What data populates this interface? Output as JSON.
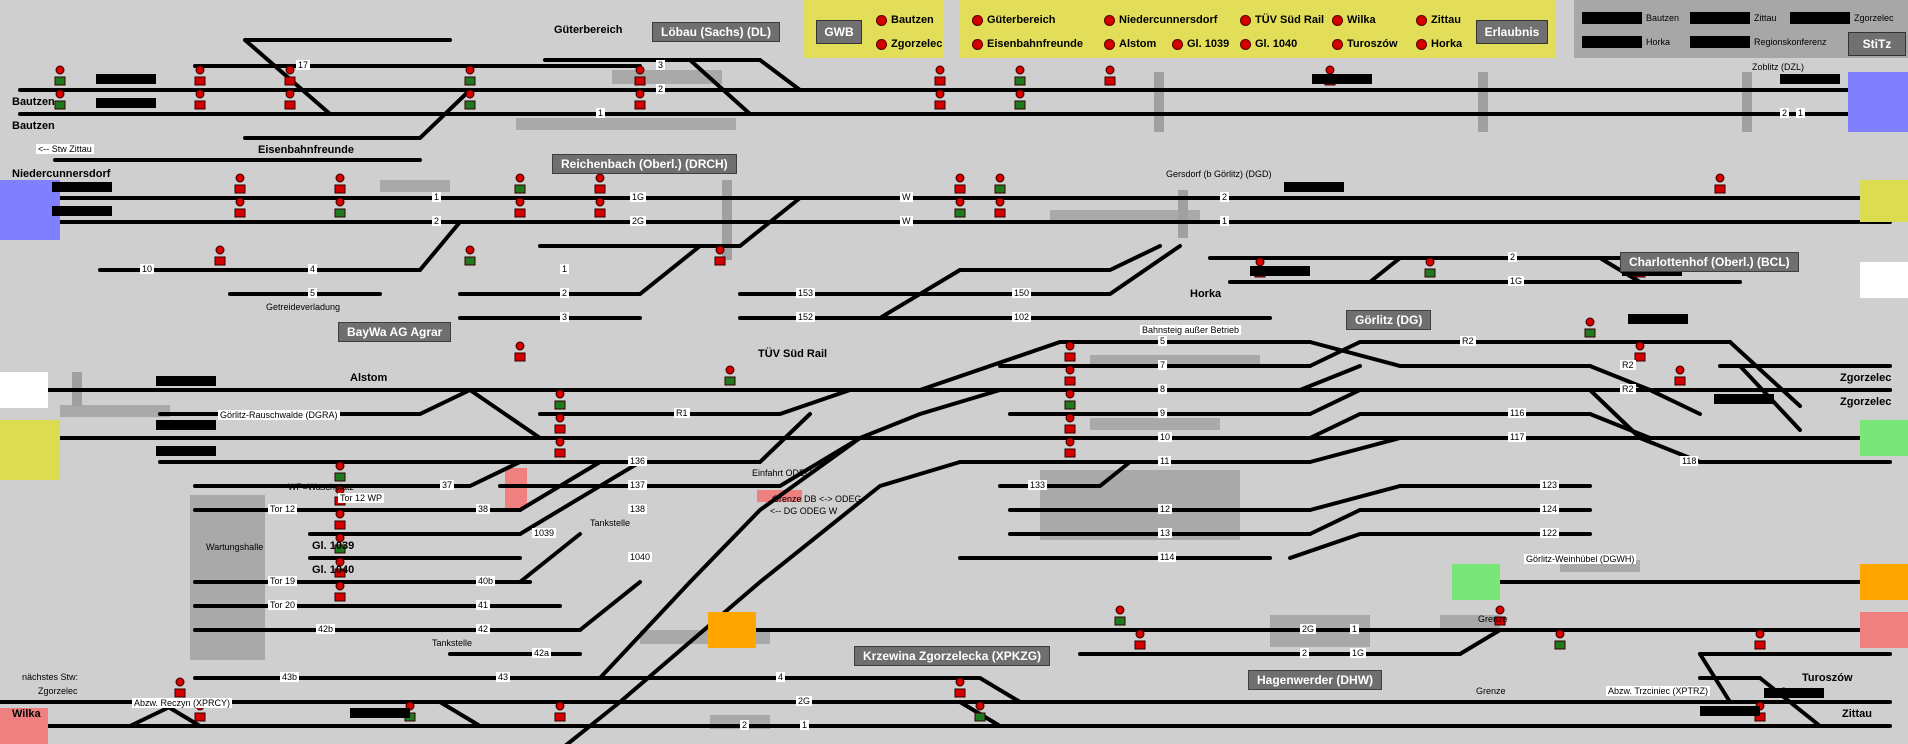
{
  "legend": {
    "gwb_button": "GWB",
    "erlaubnis_button": "Erlaubnis",
    "stitz_button": "StiTz",
    "gwb_items": [
      "Bautzen",
      "Zgorzelec"
    ],
    "routes_row1": [
      "Güterbereich",
      "Niedercunnersdorf",
      "TÜV Süd Rail",
      "Wilka",
      "Zittau"
    ],
    "routes_row2": [
      "Eisenbahnfreunde",
      "Alstom",
      "Gl. 1039",
      "Gl. 1040",
      "Turoszów",
      "Horka"
    ],
    "panel_row1": [
      "Bautzen",
      "Zittau",
      "Zgorzelec"
    ],
    "panel_row2": [
      "Horka",
      "Regionskonferenz"
    ]
  },
  "stations": [
    "Löbau (Sachs) (DL)",
    "Reichenbach (Oberl.) (DRCH)",
    "BayWa AG Agrar",
    "Görlitz (DG)",
    "Charlottenhof (Oberl.) (BCL)",
    "Krzewina Zgorzelecka (XPKZG)",
    "Hagenwerder (DHW)"
  ],
  "places": {
    "bautzen_1": "Bautzen",
    "bautzen_2": "Bautzen",
    "niedercunnersdorf": "Niedercunnersdorf",
    "gueterbereich": "Güterbereich",
    "eisenbahnfreunde": "Eisenbahnfreunde",
    "alstom": "Alstom",
    "tuev": "TÜV Süd Rail",
    "horka": "Horka",
    "gl1039": "Gl. 1039",
    "gl1040": "Gl. 1040",
    "wilka": "Wilka",
    "zgorzelec_1": "Zgorzelec",
    "zgorzelec_2": "Zgorzelec",
    "turoszow": "Turoszów",
    "zittau": "Zittau"
  },
  "notes": {
    "stw_zittau": "<-- Stw Zittau",
    "gersdorf": "Gersdorf (b Görlitz) (DGD)",
    "zoblitz": "Zoblitz (DZL)",
    "getreide": "Getreideverladung",
    "rauschwalde": "Görlitz-Rauschwalde (DGRA)",
    "bahnsteig": "Bahnsteig außer Betrieb",
    "waschplatz": "WP=Waschplatz",
    "wartungshalle": "Wartungshalle",
    "tankstelle_1": "Tankstelle",
    "tankstelle_2": "Tankstelle",
    "weinhuebel": "Görlitz-Weinhübel (DGWH)",
    "naechstes": "nächstes Stw:",
    "naechstes_zg": "Zgorzelec",
    "reczyn": "Abzw. Reczyn (XPRCY)",
    "trzciniec": "Abzw. Trzciniec (XPTRZ)",
    "grenze_1": "Grenze",
    "grenze_2": "Grenze",
    "grenze_3": "Grenze",
    "einfahrt": "Einfahrt ODEG",
    "grenze_db": "Grenze DB <-> ODEG",
    "dg_odeg": "<-- DG ODEG W"
  },
  "track_labels": {
    "l1": "17",
    "l2": "3",
    "l3": "2",
    "l4": "1",
    "l5": "1G",
    "l6": "2G",
    "l7": "W",
    "l8": "W",
    "l9": "10",
    "l10": "4",
    "l11": "5",
    "l12": "1",
    "l13": "2",
    "l14": "3",
    "l15": "153",
    "l16": "152",
    "l17": "150",
    "l18": "102",
    "l19": "R1",
    "l20": "136",
    "l21": "137",
    "l22": "138",
    "l23": "1039",
    "l24": "1040",
    "l25": "37",
    "l26": "38",
    "l27": "40b",
    "l28": "41",
    "l29": "42",
    "l30": "42a",
    "l31": "43",
    "l32": "43b",
    "l33": "42b",
    "l34": "Tor 12",
    "l35": "Tor 19",
    "l36": "Tor 20",
    "l37": "Tor 12 WP",
    "l38": "5",
    "l39": "7",
    "l40": "8",
    "l41": "9",
    "l42": "10",
    "l43": "11",
    "l44": "133",
    "l45": "12",
    "l46": "13",
    "l47": "114",
    "l48": "R2",
    "l49": "R2",
    "l50": "R2",
    "l51": "116",
    "l52": "117",
    "l53": "118",
    "l54": "123",
    "l55": "124",
    "l56": "122",
    "l57": "1",
    "l58": "2",
    "l59": "1",
    "l60": "2",
    "l61": "1G",
    "l62": "2G",
    "l63": "1",
    "l64": "2",
    "l65": "1G",
    "l66": "2G",
    "l67": "4",
    "l68": "2",
    "l69": "1",
    "l70": "2",
    "l71": "1",
    "l72": "2"
  },
  "colors": {
    "background": "#cfcfcf",
    "track": "#000000",
    "signal_red": "#d40000",
    "signal_green": "#1f7a1f",
    "legend_yellow": "#e2de5a",
    "edge_blue": "#8080ff",
    "edge_yellow": "#dcdc50",
    "edge_green": "#78e678",
    "edge_orange": "#ffa500",
    "edge_pink": "#f08080",
    "station_box": "#6f6f6f"
  }
}
